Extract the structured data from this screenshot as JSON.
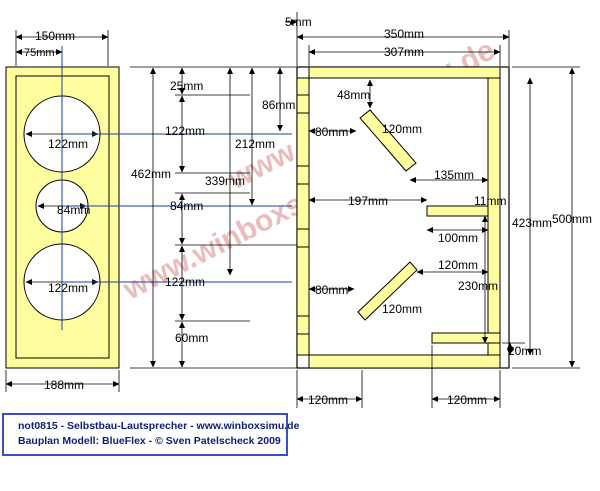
{
  "front_view": {
    "width_top": "150mm",
    "center_offset": "75mm",
    "width_bottom": "188mm",
    "driver_upper": "122mm",
    "driver_middle": "84mm",
    "driver_lower": "122mm"
  },
  "vertical_dims": {
    "top_margin": "25mm",
    "driver1_height": "122mm",
    "driver2_height": "84mm",
    "driver3_height": "122mm",
    "bottom_margin": "60mm",
    "total_height": "462mm",
    "to_driver1": "86mm",
    "to_driver2": "212mm",
    "to_driver3": "339mm"
  },
  "side_view": {
    "wall_thickness": "5mm",
    "outer_width": "350mm",
    "inner_width": "307mm",
    "baffle_upper_offset": "48mm",
    "upper_left_gap": "80mm",
    "upper_baffle_length": "120mm",
    "upper_baffle_right": "135mm",
    "shelf_offset": "197mm",
    "shelf_gap": "11mm",
    "shelf_length": "100mm",
    "inner_height": "423mm",
    "outer_height": "500mm",
    "lower_shelf_right": "120mm",
    "lower_left_gap": "80mm",
    "lower_baffle_length": "120mm",
    "lower_right": "230mm",
    "foot": "20mm",
    "bottom_left": "120mm",
    "bottom_right": "120mm"
  },
  "watermark": "www.winboxsimu.de",
  "footer": {
    "line1": "not0815 -  Selbstbau-Lautsprecher - www.winboxsimu.de",
    "line2": "Bauplan Modell: BlueFlex - © Sven Patelscheck 2009"
  }
}
